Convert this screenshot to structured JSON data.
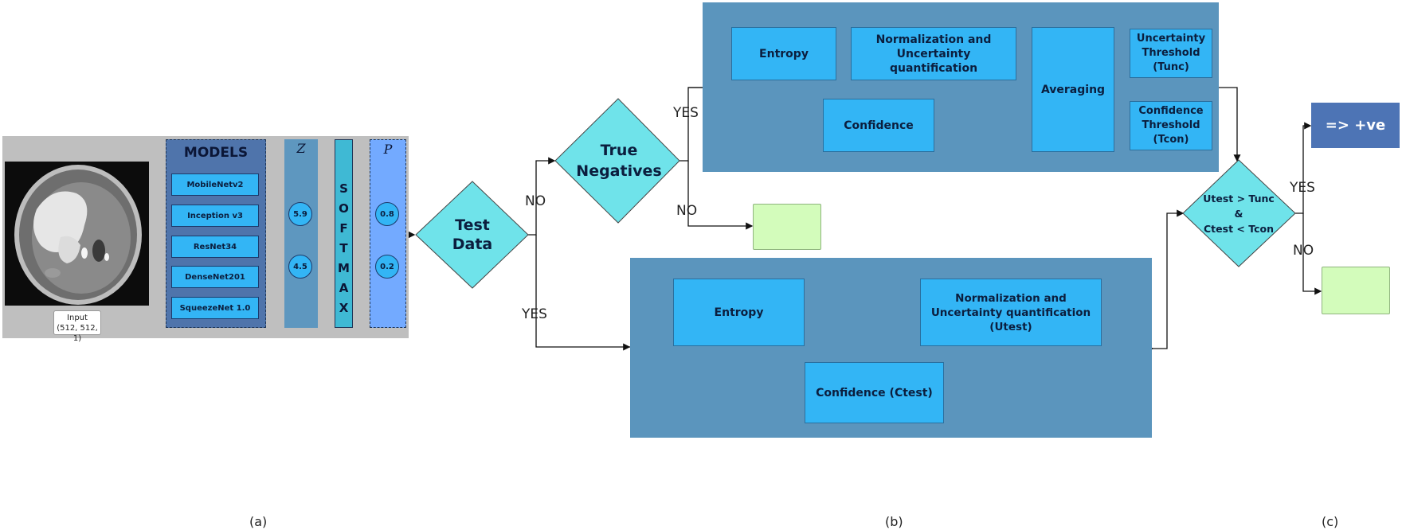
{
  "panel_a": {
    "input_label": "Input",
    "input_shape": "(512, 512, 1)",
    "models_title": "MODELS",
    "models": [
      "MobileNetv2",
      "Inception v3",
      "ResNet34",
      "DenseNet201",
      "SqueezeNet 1.0"
    ],
    "z_label": "Z",
    "z_values": [
      "5.9",
      "4.5"
    ],
    "softmax_letters": [
      "S",
      "O",
      "F",
      "T",
      "M",
      "A",
      "X"
    ],
    "p_label": "P",
    "p_values": [
      "0.8",
      "0.2"
    ]
  },
  "panel_b": {
    "test_data": "Test Data",
    "true_negatives": "True Negatives",
    "labels": {
      "no_1": "NO",
      "yes_1": "YES",
      "yes_tn": "YES",
      "no_tn": "NO"
    },
    "top": {
      "entropy": "Entropy",
      "normalization": "Normalization and Uncertainty quantification",
      "confidence": "Confidence",
      "averaging": "Averaging",
      "unc_threshold": "Uncertainty Threshold (Tunc)",
      "con_threshold": "Confidence Threshold (Tcon)"
    },
    "bottom": {
      "entropy": "Entropy",
      "normalization": "Normalization and Uncertainty quantification (Utest)",
      "confidence": "Confidence (Ctest)"
    }
  },
  "panel_c": {
    "decision_line1": "Utest > Tunc",
    "decision_line2": "&",
    "decision_line3": "Ctest < Tcon",
    "yes": "YES",
    "no": "NO",
    "positive": "=> +ve"
  },
  "captions": {
    "a": "(a)",
    "b": "(b)",
    "c": "(c)"
  },
  "colors": {
    "panel_a_bg": "#bfbfbf",
    "models_box": "#4f74ab",
    "blue_box": "#33b5f5",
    "panel_b_bg": "#5b95bd",
    "diamond": "#6fe3ea",
    "green_box": "#d3fcbb",
    "positive_box": "#4d74b5"
  }
}
